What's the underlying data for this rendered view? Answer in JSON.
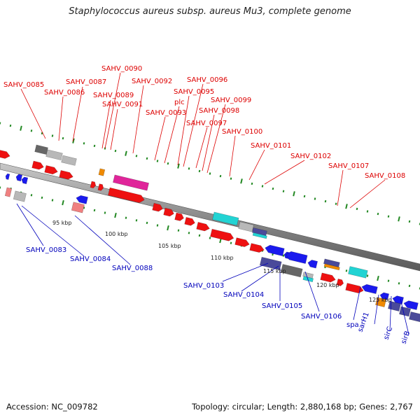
{
  "title": "Staphylococcus aureus subsp. aureus Mu3, complete genome",
  "footer": {
    "accession": "Accession: NC_009782",
    "topology": "Topology: circular; Length: 2,880,168 bp; Genes: 2,767"
  },
  "colors": {
    "plus_label": "#dd0000",
    "minus_label": "#0000bb",
    "backbone": "#888888",
    "tick": "#228822",
    "gene_red": "#ee1111",
    "gene_blue": "#1a1aee",
    "gene_magenta": "#e0259a",
    "gene_cyan": "#22d3d3",
    "gene_grey": "#b8b8b8",
    "gene_darkgrey": "#666666",
    "gene_navy": "#4a4a9a",
    "gene_orange": "#f08a00",
    "gene_pink": "#f08080"
  },
  "scale_ticks": [
    "95 kbp",
    "100 kbp",
    "105 kbp",
    "110 kbp",
    "115 kbp",
    "120 kbp",
    "125 kbp"
  ],
  "plus_strand_labels": [
    "SAHV_0085",
    "SAHV_0086",
    "SAHV_0087",
    "SAHV_0089",
    "SAHV_0090",
    "SAHV_0091",
    "SAHV_0092",
    "SAHV_0093",
    "plc",
    "SAHV_0095",
    "SAHV_0096",
    "SAHV_0097",
    "SAHV_0098",
    "SAHV_0099",
    "SAHV_0100",
    "SAHV_0101",
    "SAHV_0102",
    "SAHV_0107",
    "SAHV_0108"
  ],
  "minus_strand_labels": [
    "SAHV_0083",
    "SAHV_0084",
    "SAHV_0088",
    "SAHV_0103",
    "SAHV_0104",
    "SAHV_0105",
    "SAHV_0106",
    "spa",
    "sarH1",
    "sirC",
    "sirB"
  ]
}
